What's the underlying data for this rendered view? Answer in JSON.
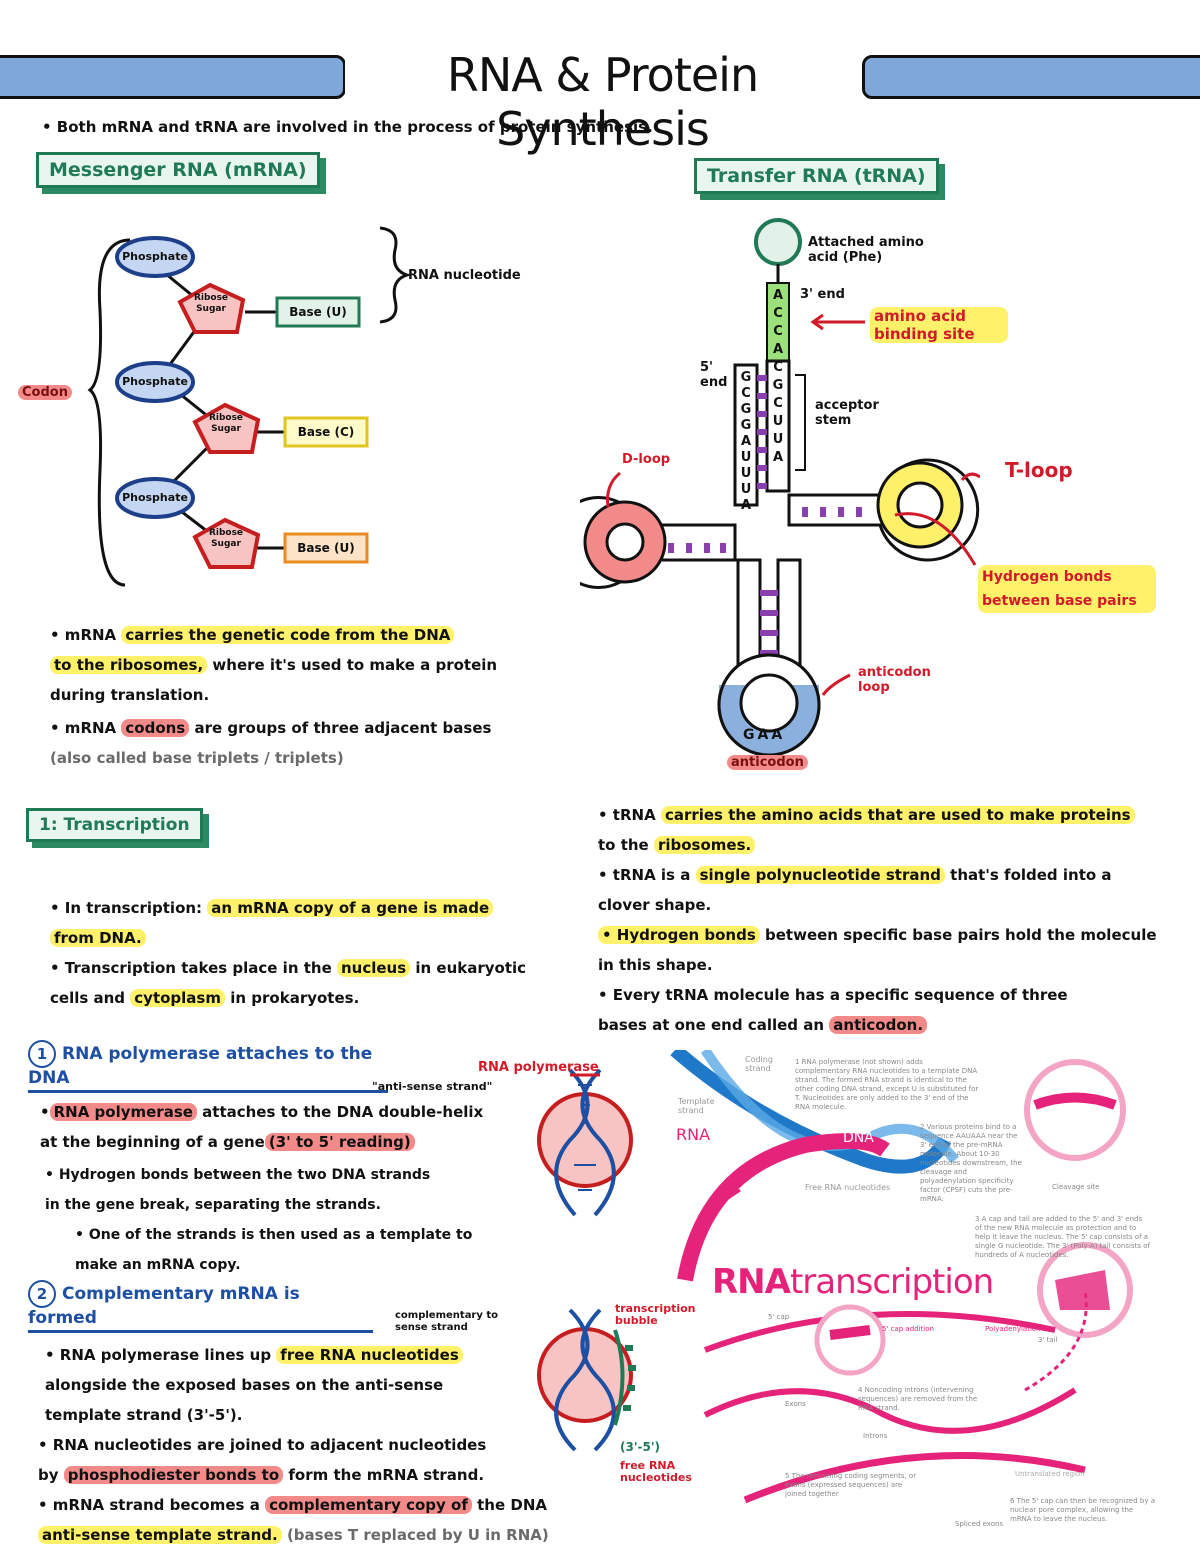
{
  "title": "RNA & Protein Synthesis",
  "intro": "• Both mRNA and tRNA are involved in the process of protein synthesis.",
  "mrna": {
    "heading": "Messenger RNA (mRNA)",
    "phosphate": "Phosphate",
    "sugar_line1": "Ribose",
    "sugar_line2": "Sugar",
    "base1": "Base (U)",
    "base2": "Base (C)",
    "base3": "Base (U)",
    "nucleotide_label": "RNA nucleotide",
    "codon_label": "Codon",
    "bullet1_hl": "carries the genetic code from the DNA",
    "bullet1_pre": "• mRNA",
    "bullet1_line2_hl": "to the ribosomes,",
    "bullet1_line2": "where it's used to make a protein",
    "bullet1_line3": "during translation.",
    "bullet2_pre": "• mRNA",
    "bullet2_hl": "codons",
    "bullet2_post": "are groups of three adjacent bases",
    "bullet2_line2": "(also called base triplets / triplets)"
  },
  "trna": {
    "heading": "Transfer RNA (tRNA)",
    "amino_acid_label": "Attached amino acid (Phe)",
    "three_prime": "3' end",
    "five_prime": "5' end",
    "binding_site": "amino acid binding site",
    "acceptor_stem": "acceptor stem",
    "d_loop": "D-loop",
    "t_loop": "T-loop",
    "hydrogen_bonds": "Hydrogen bonds between base pairs",
    "anticodon_loop": "anticodon loop",
    "anticodon": "anticodon",
    "anticodon_seq": "GAA",
    "acceptor_seq": [
      "A",
      "C",
      "C",
      "A",
      "C",
      "G",
      "C",
      "U",
      "U",
      "A"
    ],
    "left_seq": [
      "G",
      "C",
      "G",
      "G",
      "A",
      "U",
      "U",
      "U",
      "A"
    ],
    "bullet1_pre": "• tRNA",
    "bullet1_hl": "carries the amino acids that are used to make proteins",
    "bullet1_line2_pre": "to the",
    "bullet1_line2_hl": "ribosomes.",
    "bullet2_pre": "• tRNA is a",
    "bullet2_hl": "single polynucleotide strand",
    "bullet2_post": "that's folded into a",
    "bullet2_line2": "clover shape.",
    "bullet3_hl": "• Hydrogen bonds",
    "bullet3_post": "between specific base pairs hold the molecule",
    "bullet3_line2": "in this shape.",
    "bullet4": "• Every tRNA molecule has a specific sequence of three",
    "bullet4_line2_pre": "bases at one end called an",
    "bullet4_line2_hl": "anticodon."
  },
  "transcription": {
    "heading": "1: Transcription",
    "b1_pre": "• In transcription:",
    "b1_hl": "an mRNA copy of a gene is made",
    "b1_line2_hl": "from DNA.",
    "b2_pre": "• Transcription takes place in the",
    "b2_hl": "nucleus",
    "b2_post": "in eukaryotic",
    "b2_line2_pre": "cells and",
    "b2_line2_hl": "cytoplasm",
    "b2_line2_post": "in prokaryotes.",
    "step1_num": "1",
    "step1_title": "RNA polymerase attaches to the DNA",
    "rna_polymerase_label": "RNA polymerase",
    "antisense_label": "\"anti-sense strand\"",
    "s1_b1_pre": "•",
    "s1_b1_hl": "RNA polymerase",
    "s1_b1_post": "attaches to the DNA double-helix",
    "s1_b1_line2": "at the beginning of a gene",
    "s1_b1_line2_hl": "(3' to 5' reading)",
    "s1_b2": "• Hydrogen bonds between the two DNA strands",
    "s1_b2_line2": "in the gene break, separating the strands.",
    "s1_b3": "• One of the strands is then used as a template to",
    "s1_b3_line2": "make an mRNA copy.",
    "step2_num": "2",
    "step2_title": "Complementary mRNA is formed",
    "complementary_label": "complementary to sense strand",
    "s2_b1_pre": "• RNA polymerase lines up",
    "s2_b1_hl": "free RNA nucleotides",
    "s2_b1_line2": "alongside the exposed bases on the anti-sense",
    "s2_b1_line3": "template strand (3'-5').",
    "s2_b2": "• RNA nucleotides are joined to adjacent nucleotides",
    "s2_b2_line2_pre": "by",
    "s2_b2_line2_hl": "phosphodiester bonds to",
    "s2_b2_line2_post": "form the mRNA strand.",
    "s2_b3_pre": "• mRNA strand becomes a",
    "s2_b3_hl": "complementary copy of",
    "s2_b3_post": "the DNA",
    "s2_b3_line2_hl": "anti-sense template strand.",
    "s2_b3_line2_post": "(bases T replaced by U in RNA)",
    "transcription_bubble_label": "transcription bubble",
    "free_nucleotides_label": "free RNA nucleotides",
    "three_five": "(3'-5')"
  },
  "infographic": {
    "title_part1": "RNA",
    "title_part2": "transcription",
    "rna_label": "RNA",
    "dna_label": "DNA",
    "coding_strand": "Coding strand",
    "template_strand": "Template strand",
    "free_rna": "Free RNA nucleotides",
    "step1": "1 RNA polymerase (not shown) adds complementary RNA nucleotides to a template DNA strand. The formed RNA strand is identical to the other coding DNA strand, except U is substituted for T. Nucleotides are only added to the 3' end of the RNA molecule.",
    "step2": "2 Various proteins bind to a sequence AAUAAA near the 3' end of the pre-mRNA molecule. About 10-30 nucleotides downstream, the cleavage and polyadenylation specificity factor (CPSF) cuts the pre-mRNA.",
    "cleavage_site": "Cleavage site",
    "step3": "3 A cap and tail are added to the 5' and 3' ends of the new RNA molecule as protection and to help it leave the nucleus. The 5' cap consists of a single G nucleotide. The 3' (Poly-A) tail consists of hundreds of A nucleotides.",
    "step4": "4 Noncoding introns (intervening sequences) are removed from the RNA strand.",
    "step5": "5 The remaining coding segments, or exons (expressed sequences) are joined together",
    "step6": "6 The 5' cap can then be recognized by a nuclear pore complex, allowing the mRNA to leave the nucleus.",
    "five_cap": "5' cap",
    "three_tail": "3' tail",
    "cap_addition": "5' cap addition",
    "polyadenylation": "Polyadenylation",
    "exons": "Exons",
    "introns": "Introns",
    "spliced_exons": "Spliced exons",
    "untranslated": "Untranslated region"
  }
}
